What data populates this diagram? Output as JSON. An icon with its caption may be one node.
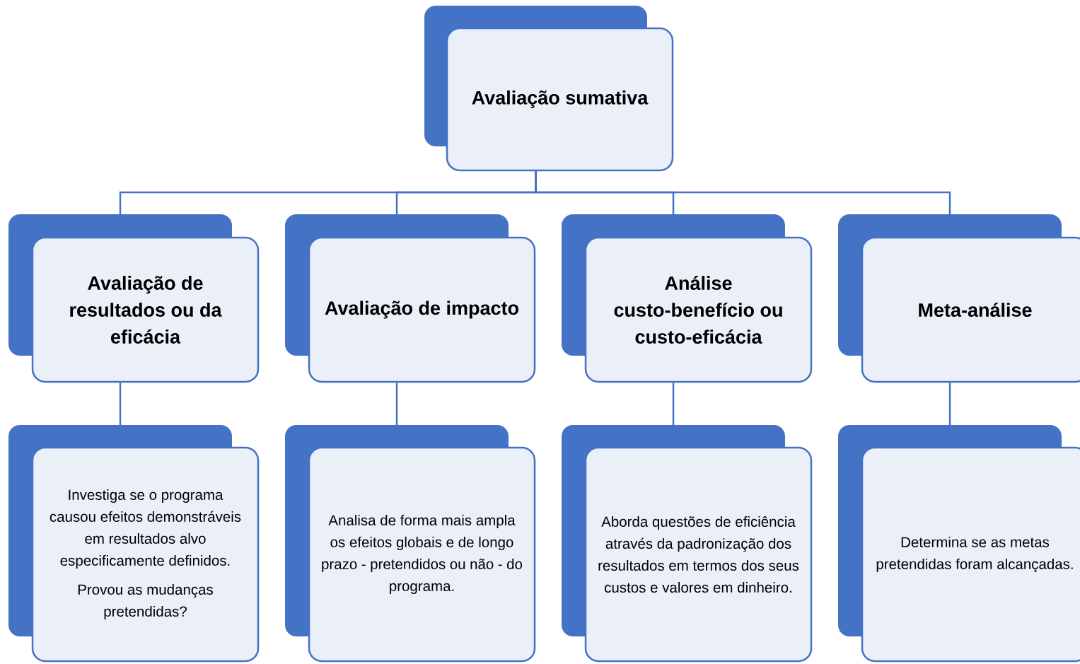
{
  "diagram": {
    "nodes": [
      {
        "text": [
          "Avaliação sumativa"
        ]
      },
      {
        "text": [
          "Avaliação de resultados ou da eficácia"
        ]
      },
      {
        "text": [
          "Avaliação de impacto"
        ]
      },
      {
        "text": [
          "Análise custo-benefício ou custo-eficácia"
        ]
      },
      {
        "text": [
          "Meta-análise"
        ]
      },
      {
        "text": [
          "Investiga se o programa causou efeitos demonstráveis em resultados alvo especificamente definidos.",
          "Provou as mudanças pretendidas?"
        ]
      },
      {
        "text": [
          "Analisa de forma mais ampla os efeitos globais e de longo prazo - pretendidos ou não - do programa."
        ]
      },
      {
        "text": [
          "Aborda questões de eficiência através da padronização dos resultados em termos dos seus custos e valores em dinheiro."
        ]
      },
      {
        "text": [
          "Determina se as metas pretendidas foram alcançadas."
        ]
      }
    ],
    "edges": [
      {
        "from": 0,
        "to": 1,
        "arrow": "none"
      },
      {
        "from": 0,
        "to": 2,
        "arrow": "none"
      },
      {
        "from": 0,
        "to": 3,
        "arrow": "none"
      },
      {
        "from": 0,
        "to": 4,
        "arrow": "none"
      },
      {
        "from": 1,
        "to": 5,
        "arrow": "none"
      },
      {
        "from": 2,
        "to": 6,
        "arrow": "none"
      },
      {
        "from": 3,
        "to": 7,
        "arrow": "none"
      },
      {
        "from": 4,
        "to": 8,
        "arrow": "none"
      }
    ]
  }
}
